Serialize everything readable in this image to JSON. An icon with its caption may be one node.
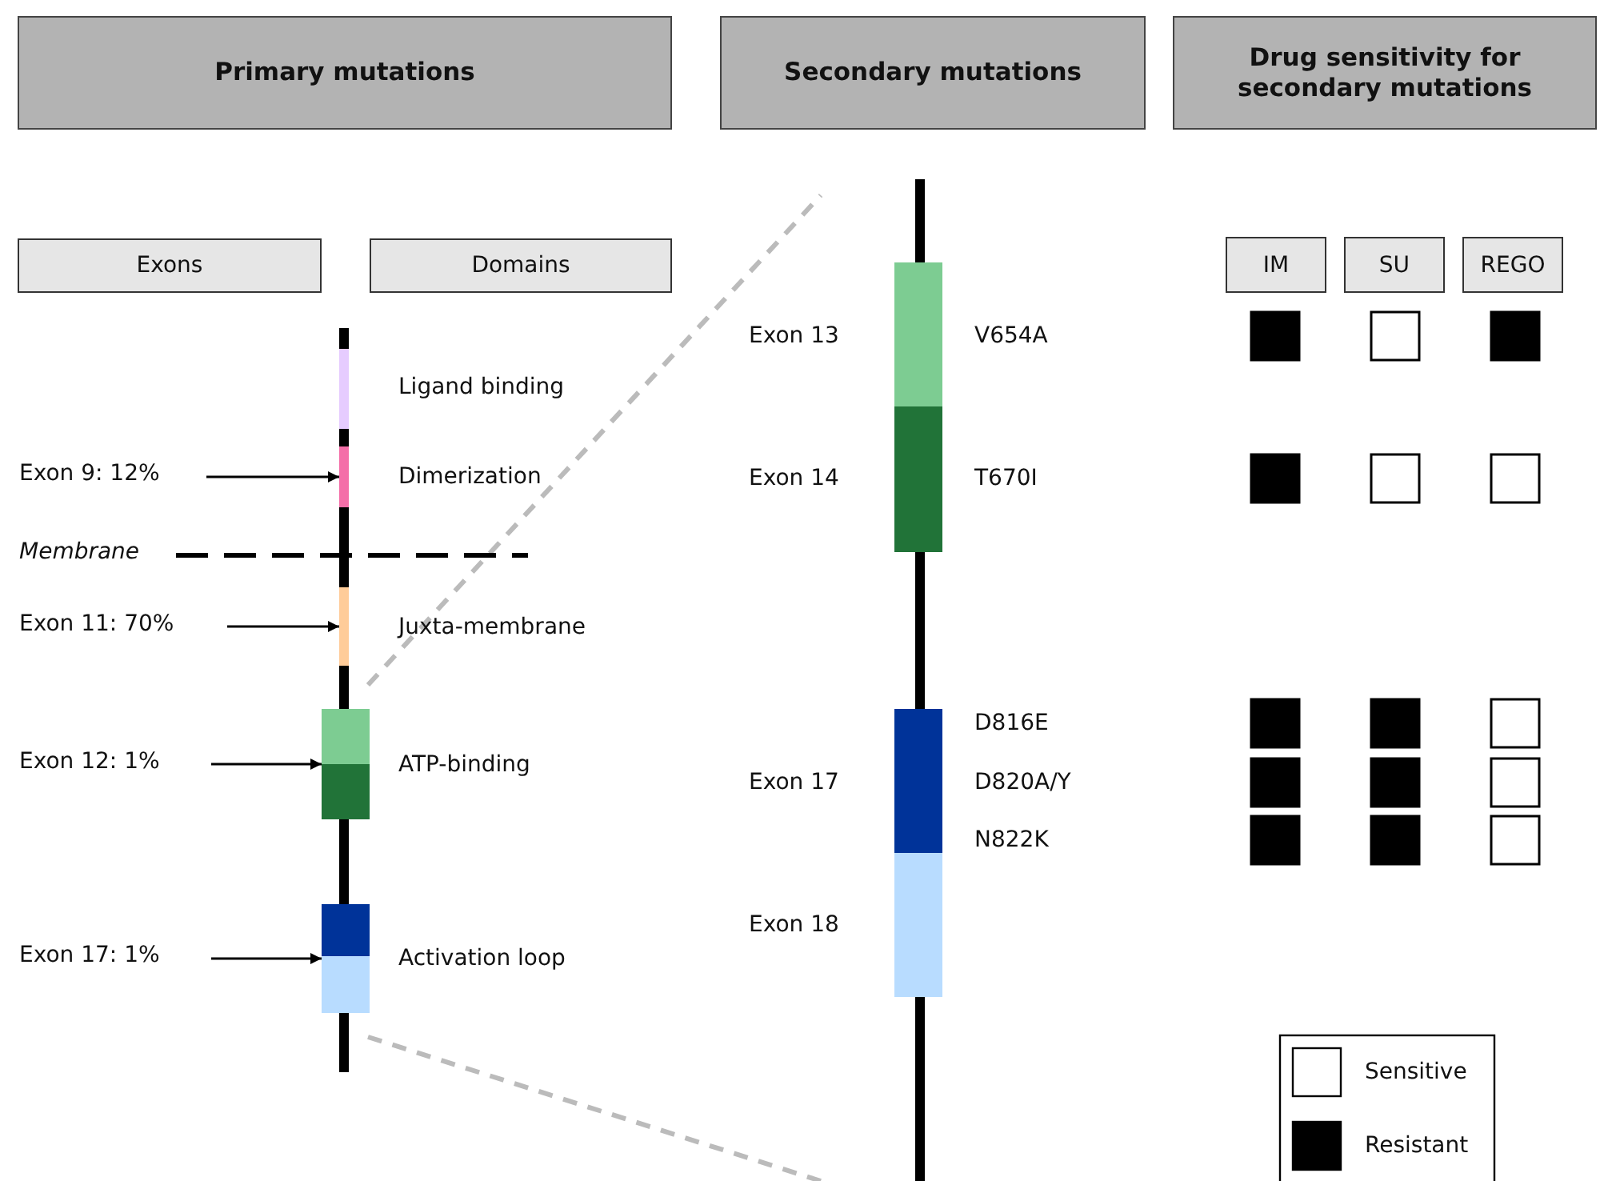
{
  "diagram": {
    "nodes": [
      {
        "text": [
          "Primary mutations"
        ]
      },
      {
        "text": [
          "Secondary mutations"
        ]
      },
      {
        "text": [
          "Drug sensitivity for secondary mutations"
        ]
      },
      {
        "text": [
          "Exons"
        ]
      },
      {
        "text": [
          "Domains"
        ]
      },
      {
        "text": [
          "IM"
        ]
      },
      {
        "text": [
          "SU"
        ]
      },
      {
        "text": [
          "REGO"
        ]
      },
      {
        "text": [
          "Exon 9: 12%"
        ]
      },
      {
        "text": [],
        "shape": "bar",
        "beside": [
          "Dimerization"
        ]
      },
      {
        "text": [
          "Exon 11: 70%"
        ]
      },
      {
        "text": [],
        "shape": "bar",
        "beside": [
          "Juxta-membrane"
        ]
      },
      {
        "text": [
          "Exon 12: 1%"
        ]
      },
      {
        "text": [],
        "shape": "bar",
        "beside": [
          "ATP-binding"
        ]
      },
      {
        "text": [
          "Exon 17: 1%"
        ]
      },
      {
        "text": [],
        "shape": "bar",
        "beside": [
          "Activation loop"
        ]
      }
    ],
    "edges": [
      {
        "from": 8,
        "to": 9,
        "arrow": "to"
      },
      {
        "from": 10,
        "to": 11,
        "arrow": "to"
      },
      {
        "from": 12,
        "to": 13,
        "arrow": "to"
      },
      {
        "from": 14,
        "to": 15,
        "arrow": "to"
      }
    ],
    "labels": [
      "Ligand binding",
      "Membrane",
      "Exon 13",
      "V654A",
      "Exon 14",
      "T670I",
      "D816E",
      "Exon 17",
      "D820A/Y",
      "N822K",
      "Exon 18"
    ],
    "legend": [
      {
        "text": "Sensitive",
        "color": "#ffffff"
      },
      {
        "text": "Resistant",
        "color": "#000000"
      }
    ]
  }
}
